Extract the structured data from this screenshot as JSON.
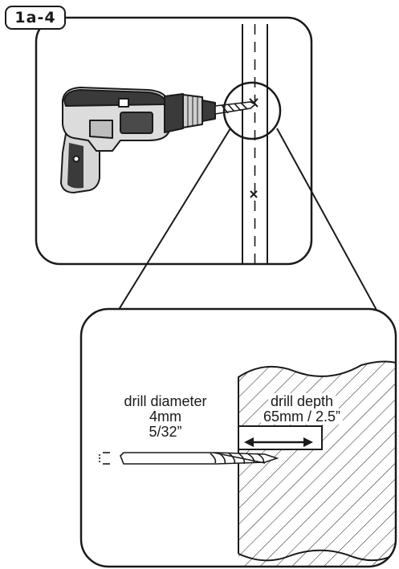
{
  "step": {
    "label": "1a-4"
  },
  "callout": {
    "diameter": {
      "title": "drill diameter",
      "metric": "4mm",
      "imperial": "5/32”"
    },
    "depth": {
      "title": "drill depth",
      "value": "65mm / 2.5”"
    }
  },
  "icons": [
    "power-drill-icon",
    "drill-bit-icon",
    "magnifier-circle-icon",
    "cross-mark-icon"
  ],
  "colors": {
    "ink": "#1a1a1a",
    "drill_body": "#d9d9d9",
    "drill_dark": "#3a3a3a",
    "background": "#ffffff"
  }
}
